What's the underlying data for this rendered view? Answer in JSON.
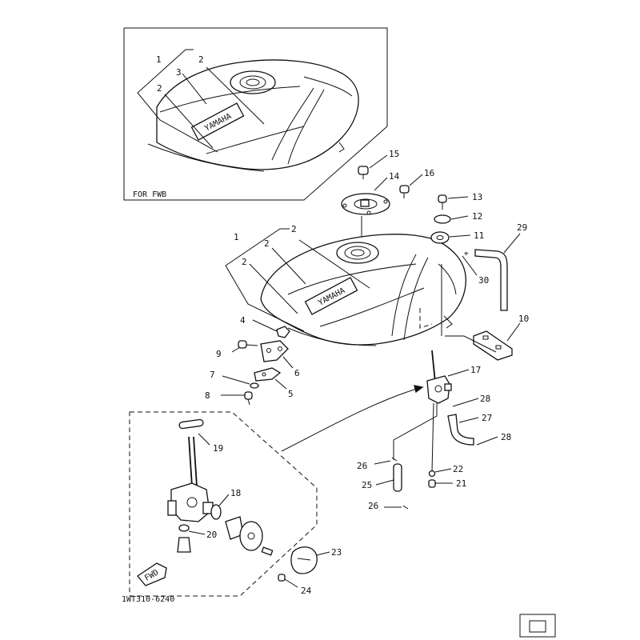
{
  "diagram": {
    "inset_caption": "FOR FWB",
    "figure_code": "1WT310-6240",
    "front_arrow_text": "FWD",
    "inset_tank_brand": "YAMAHA",
    "main_tank_brand": "YAMAHA",
    "footer_text": "",
    "callouts": {
      "inset_1": "1",
      "inset_2a": "2",
      "inset_2b": "2",
      "inset_3": "3",
      "c1": "1",
      "c2a": "2",
      "c2b": "2",
      "c2c": "2",
      "c4": "4",
      "c5": "5",
      "c6": "6",
      "c7": "7",
      "c8": "8",
      "c9": "9",
      "c10": "10",
      "c11": "11",
      "c12": "12",
      "c13": "13",
      "c14": "14",
      "c15": "15",
      "c16": "16",
      "c17": "17",
      "c18": "18",
      "c19": "19",
      "c20": "20",
      "c21": "21",
      "c22": "22",
      "c23": "23",
      "c24": "24",
      "c25": "25",
      "c26a": "26",
      "c26b": "26",
      "c27": "27",
      "c28a": "28",
      "c28b": "28",
      "c29": "29",
      "c30": "30"
    }
  }
}
